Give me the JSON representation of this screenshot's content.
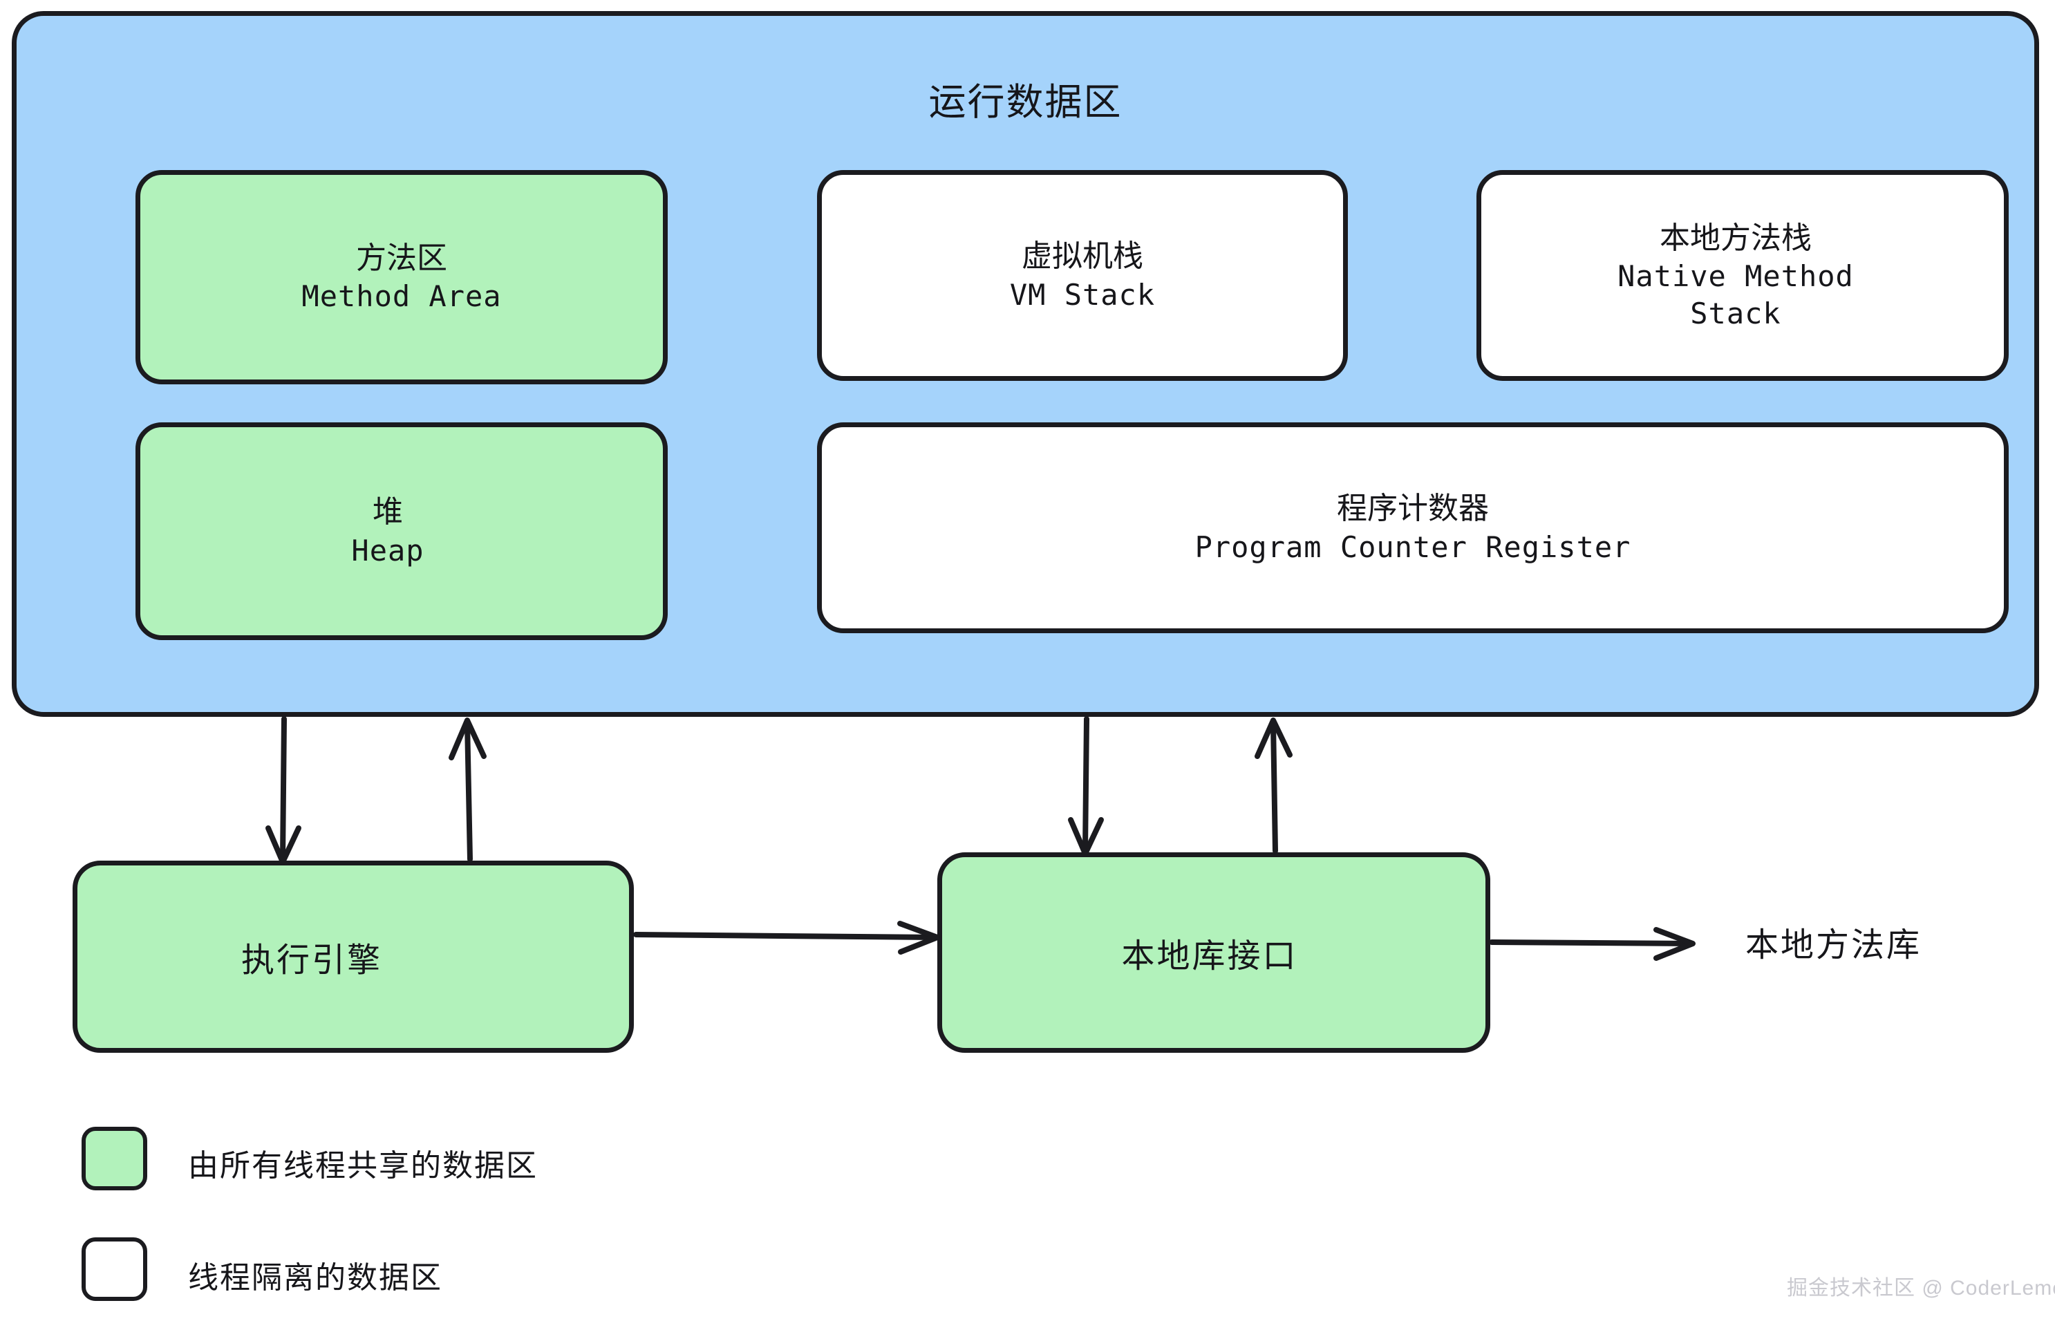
{
  "diagram": {
    "title": "运行数据区",
    "runtime_area": {
      "label": "运行数据区",
      "fill_color": "#a5d3fb",
      "boxes": [
        {
          "cn": "方法区",
          "en": "Method Area",
          "kind": "shared",
          "fill_color": "#b2f2bb"
        },
        {
          "cn": "虚拟机栈",
          "en": "VM Stack",
          "kind": "isolated",
          "fill_color": "#ffffff"
        },
        {
          "cn": "本地方法栈",
          "en": "Native Method\nStack",
          "kind": "isolated",
          "fill_color": "#ffffff"
        },
        {
          "cn": "堆",
          "en": "Heap",
          "kind": "shared",
          "fill_color": "#b2f2bb"
        },
        {
          "cn": "程序计数器",
          "en": "Program Counter Register",
          "kind": "isolated",
          "fill_color": "#ffffff"
        }
      ],
      "native_stack_line1": "Native Method",
      "native_stack_line2": "Stack"
    },
    "execution_engine": {
      "label": "执行引擎",
      "fill_color": "#b2f2bb"
    },
    "native_interface": {
      "label": "本地库接口",
      "fill_color": "#b2f2bb"
    },
    "native_library": {
      "label": "本地方法库"
    },
    "legend": {
      "items": [
        {
          "swatch_color": "#b2f2bb",
          "label": "由所有线程共享的数据区"
        },
        {
          "swatch_color": "#ffffff",
          "label": "线程隔离的数据区"
        }
      ]
    },
    "watermark": "掘金技术社区 @ CoderLemon",
    "stroke_color": "#1b1b1f"
  }
}
